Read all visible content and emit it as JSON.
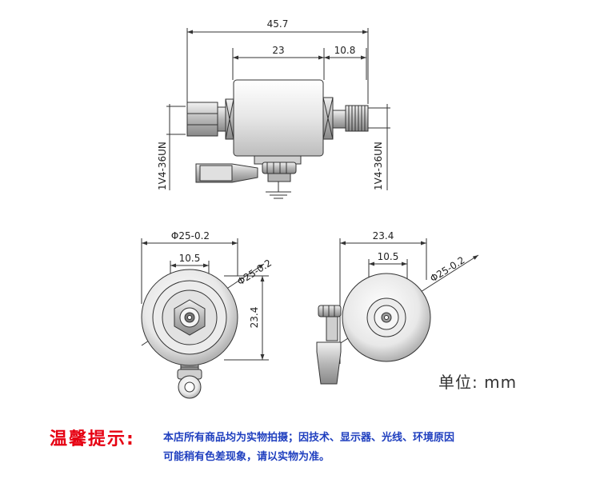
{
  "dimensions": {
    "top_overall_length": "45.7",
    "top_body_length": "23",
    "top_connector_length": "10.8",
    "thread_left": "1V4-36UN",
    "thread_right": "1V4-36UN",
    "left_view_diameter": "Φ25-0.2",
    "left_view_inner": "10.5",
    "left_view_diameter_diag": "Φ25-0.2",
    "left_view_height": "23.4",
    "right_view_width": "23.4",
    "right_view_inner": "10.5",
    "right_view_diameter_diag": "Φ25-0.2"
  },
  "unit_label": "单位: mm",
  "notice": {
    "title": "温馨提示:",
    "line1": "本店所有商品均为实物拍摄；因技术、显示器、光线、环境原因",
    "line2": "可能稍有色差现象，请以实物为准。"
  },
  "colors": {
    "line": "#333333",
    "notice_title": "#e60012",
    "notice_text": "#1f3fbf"
  }
}
